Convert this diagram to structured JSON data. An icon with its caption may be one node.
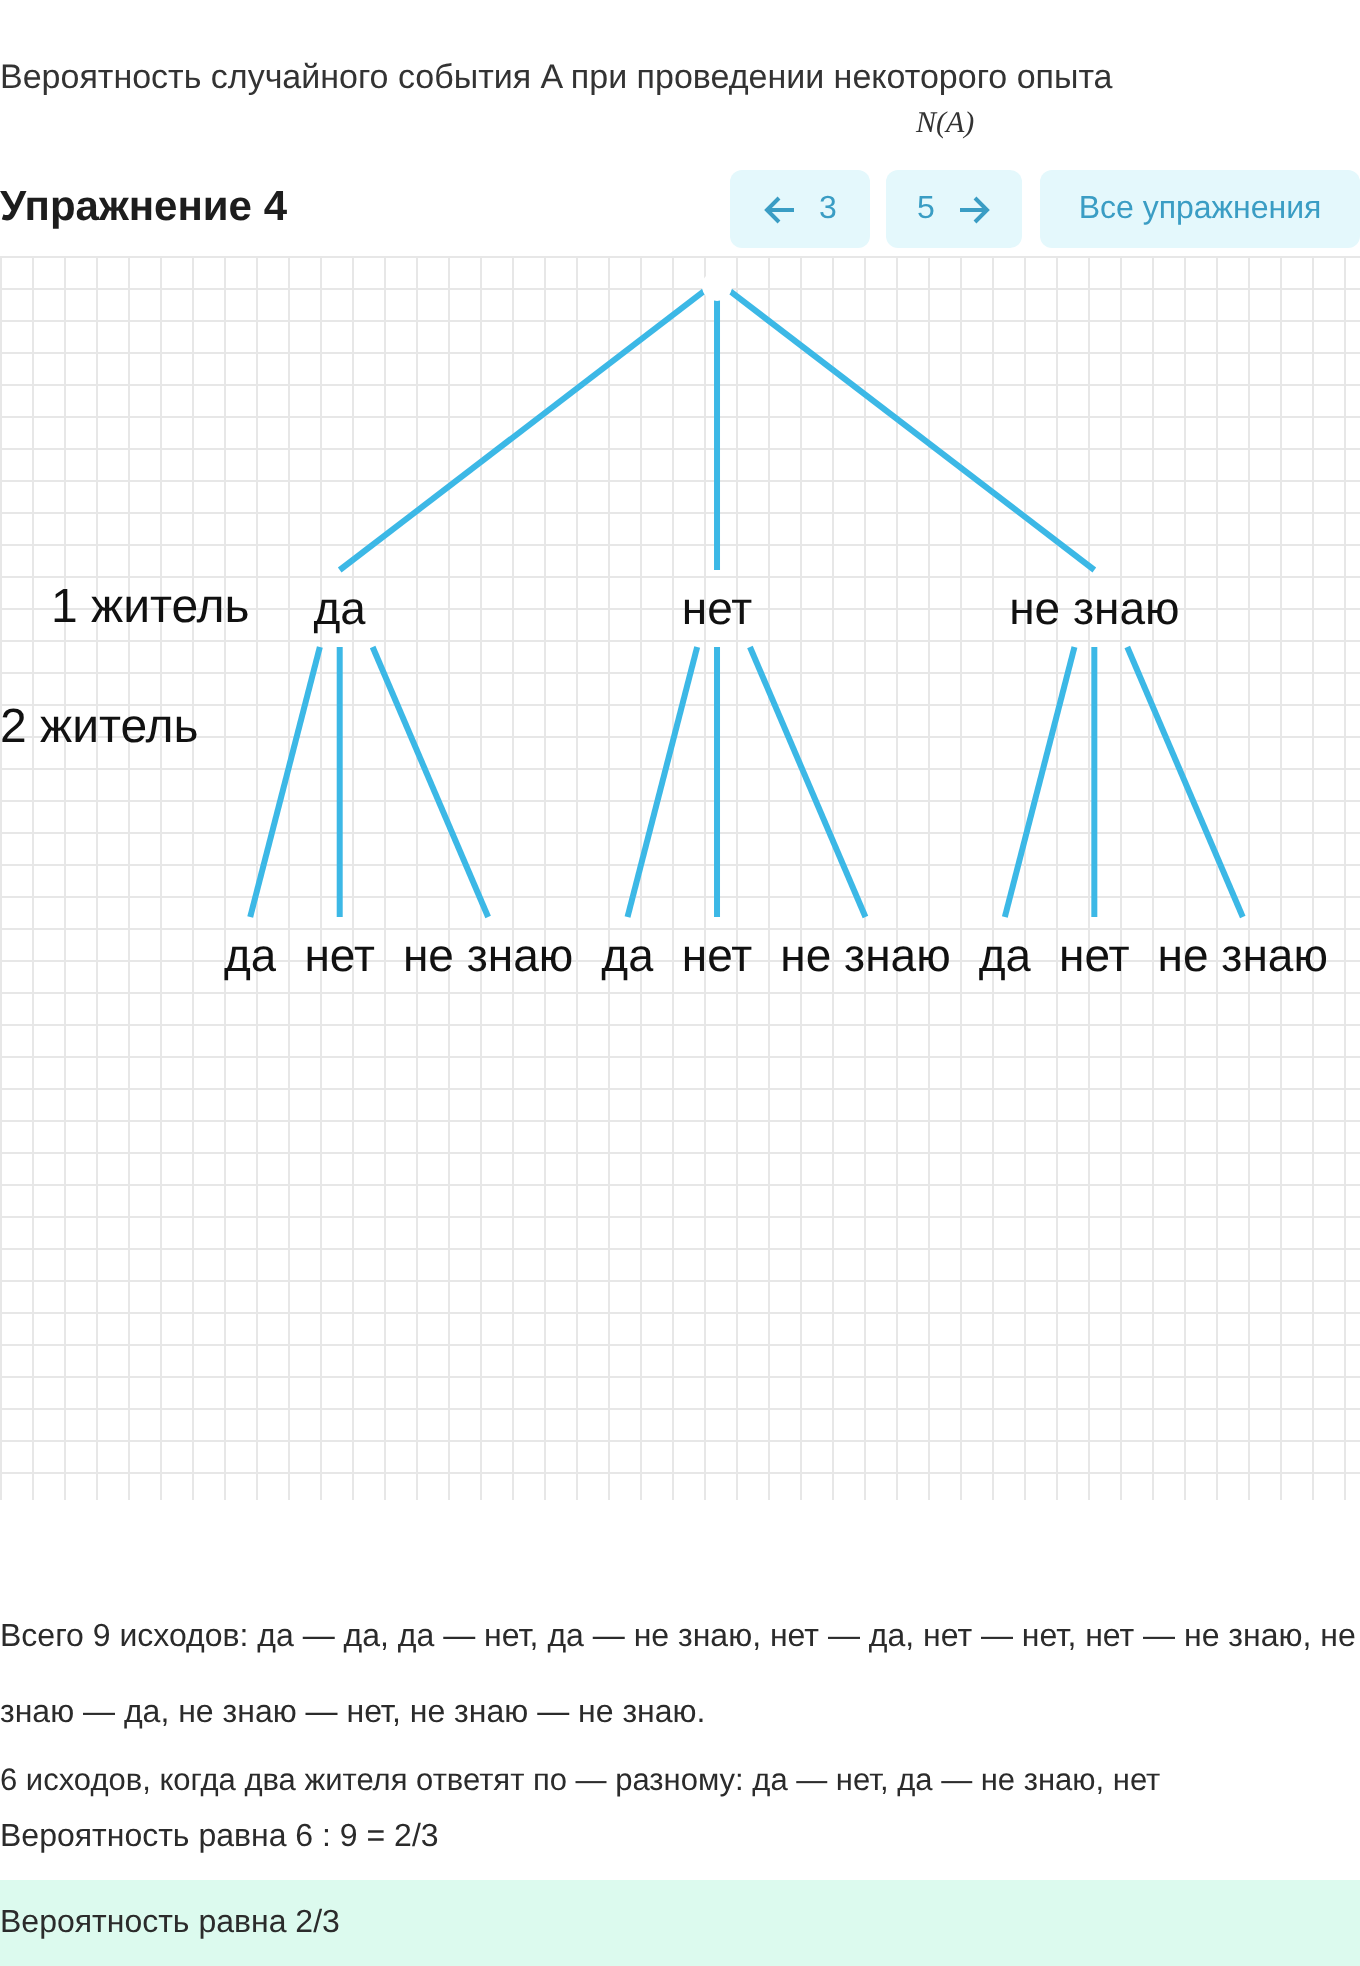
{
  "diagram": {
    "title": "Упражнение 4",
    "nodes": [
      {
        "text": [],
        "shape": "point"
      },
      {
        "text": [
          "да"
        ]
      },
      {
        "text": [
          "нет"
        ]
      },
      {
        "text": [
          "не знаю"
        ]
      },
      {
        "text": [
          "да"
        ]
      },
      {
        "text": [
          "нет"
        ]
      },
      {
        "text": [
          "не знаю"
        ]
      },
      {
        "text": [
          "да"
        ]
      },
      {
        "text": [
          "нет"
        ]
      },
      {
        "text": [
          "не знаю"
        ]
      },
      {
        "text": [
          "да"
        ]
      },
      {
        "text": [
          "нет"
        ]
      },
      {
        "text": [
          "не знаю"
        ]
      }
    ],
    "edges": [
      {
        "from": 0,
        "to": 1,
        "arrow": "none"
      },
      {
        "from": 0,
        "to": 2,
        "arrow": "none"
      },
      {
        "from": 0,
        "to": 3,
        "arrow": "none"
      },
      {
        "from": 1,
        "to": 4,
        "arrow": "none"
      },
      {
        "from": 1,
        "to": 5,
        "arrow": "none"
      },
      {
        "from": 1,
        "to": 6,
        "arrow": "none"
      },
      {
        "from": 2,
        "to": 7,
        "arrow": "none"
      },
      {
        "from": 2,
        "to": 8,
        "arrow": "none"
      },
      {
        "from": 2,
        "to": 9,
        "arrow": "none"
      },
      {
        "from": 3,
        "to": 10,
        "arrow": "none"
      },
      {
        "from": 3,
        "to": 11,
        "arrow": "none"
      },
      {
        "from": 3,
        "to": 12,
        "arrow": "none"
      }
    ],
    "labels": [
      "Вероятность случайного события A при проведении некоторого опыта",
      "N(A)",
      "3",
      "5",
      "Все упражнения",
      "1 житель",
      "2 житель",
      "Всего 9 исходов: да — да, да — нет, да — не знаю, нет — да, нет — нет, нет — не знаю, не знаю — да, не знаю — нет, не знаю — не знаю.",
      "6 исходов, когда два жителя ответят по — разному: да — нет, да — не знаю, нет",
      "Вероятность равна 6 : 9 = 2/3",
      "Вероятность равна 2/3"
    ]
  }
}
